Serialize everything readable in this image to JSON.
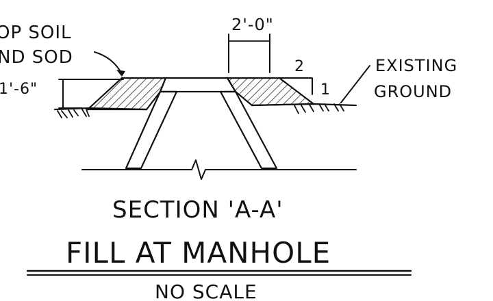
{
  "drawing": {
    "labels": {
      "topsoil_line1": "OP SOIL",
      "topsoil_line2": "ND SOD",
      "depth_dim": "1'-6\"",
      "width_dim": "2'-0\"",
      "slope_run": "2",
      "slope_rise": "1",
      "existing_line1": "EXISTING",
      "existing_line2": "GROUND"
    },
    "section_title": "SECTION 'A-A'",
    "main_title": "FILL AT MANHOLE",
    "scale_note": "NO SCALE"
  },
  "colors": {
    "ink": "#111111",
    "paper": "#ffffff"
  }
}
